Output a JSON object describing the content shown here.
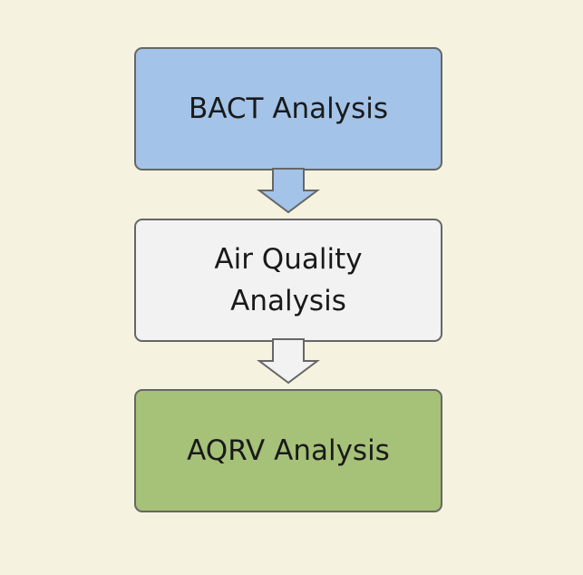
{
  "flowchart": {
    "steps": [
      {
        "label": "BACT Analysis"
      },
      {
        "label_lines": [
          "Air Quality",
          "Analysis"
        ]
      },
      {
        "label": "AQRV Analysis"
      }
    ]
  },
  "colors": {
    "background": "#f6f2e0",
    "step1_fill": "#a3c3e8",
    "step2_fill": "#f2f2f2",
    "step3_fill": "#a6c178",
    "arrow1_fill": "#a3c3e8",
    "arrow2_fill": "#f2f2f2",
    "outline": "#666666"
  }
}
